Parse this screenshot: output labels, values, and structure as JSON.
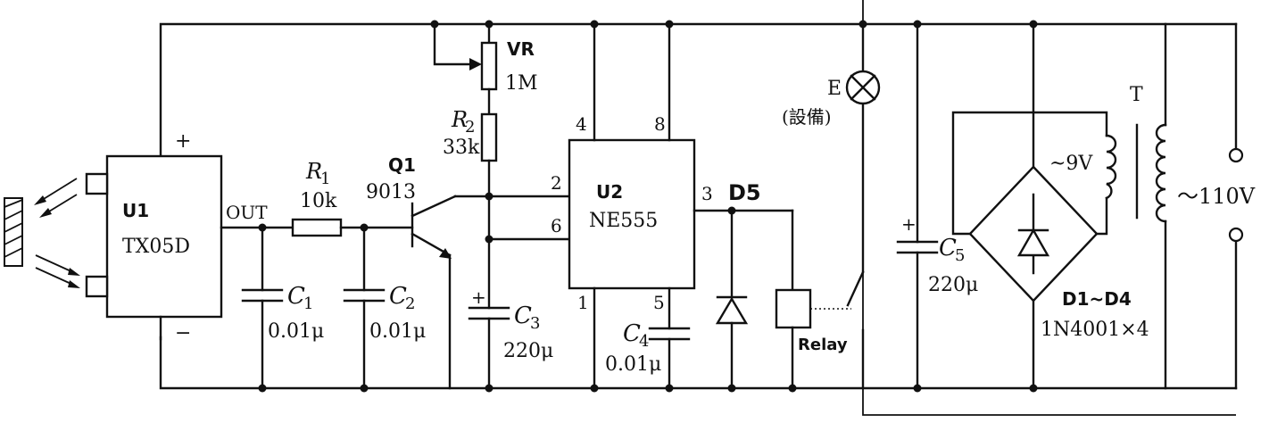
{
  "ir_module": {
    "name": "U1",
    "model": "TX05D",
    "out_label": "OUT",
    "plus": "+",
    "minus": "−"
  },
  "r1": {
    "name": "R",
    "sub": "1",
    "value": "10k"
  },
  "c1": {
    "name": "C",
    "sub": "1",
    "value": "0.01μ"
  },
  "c2": {
    "name": "C",
    "sub": "2",
    "value": "0.01μ"
  },
  "q1": {
    "name": "Q1",
    "model": "9013"
  },
  "vr": {
    "name": "VR",
    "value": "1M"
  },
  "r2": {
    "name": "R",
    "sub": "2",
    "value": "33k"
  },
  "c3": {
    "name": "C",
    "sub": "3",
    "value": "220μ",
    "plus": "+"
  },
  "timer": {
    "name": "U2",
    "model": "NE555",
    "pins": {
      "p4": "4",
      "p8": "8",
      "p2": "2",
      "p6": "6",
      "p3": "3",
      "p1": "1",
      "p5": "5"
    }
  },
  "c4": {
    "name": "C",
    "sub": "4",
    "value": "0.01μ"
  },
  "d5": {
    "name": "D5"
  },
  "relay": {
    "name": "Relay"
  },
  "lamp": {
    "name": "E",
    "note": "(設備)"
  },
  "c5": {
    "name": "C",
    "sub": "5",
    "value": "220μ",
    "plus": "+"
  },
  "bridge": {
    "name": "D1~D4",
    "model": "1N4001×4"
  },
  "transformer": {
    "name": "T",
    "secondary": "~9V"
  },
  "mains": {
    "label": "～110V"
  }
}
